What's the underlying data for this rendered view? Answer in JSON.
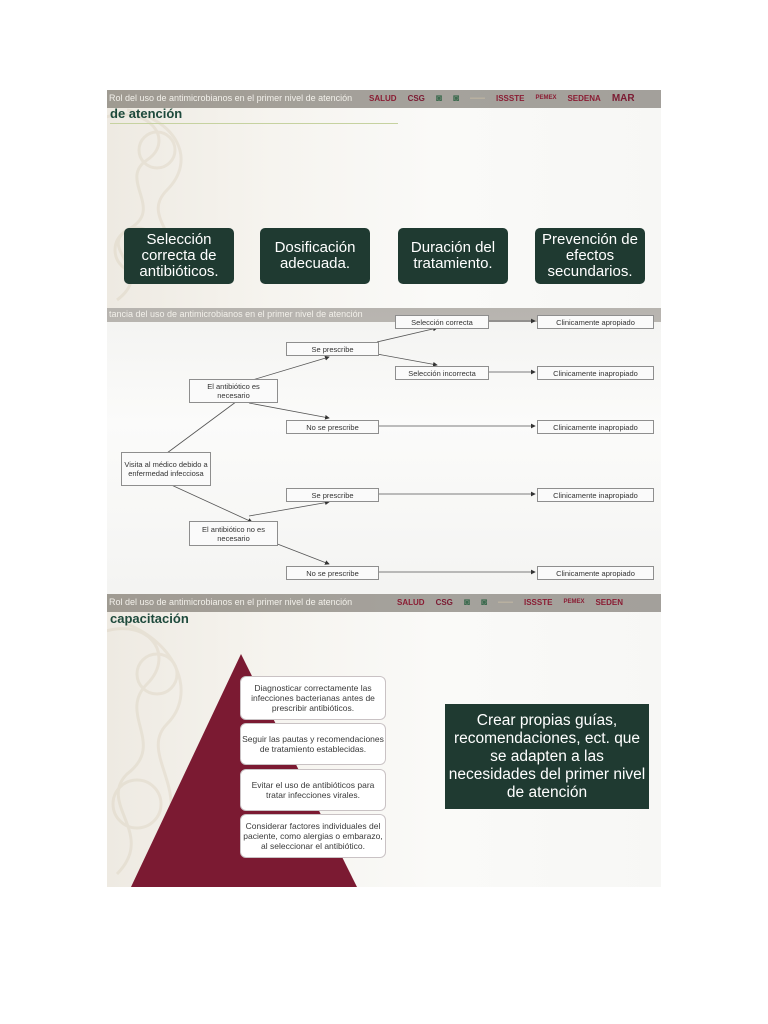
{
  "slide1": {
    "header": "Rol del uso de antimicrobianos en el primer nivel de atención",
    "title_line2": "de atención",
    "logos": [
      "SALUD",
      "CSG",
      "ISSSTE",
      "PEMEX",
      "SEDENA",
      "MAR"
    ],
    "boxes": [
      "Selección correcta de antibióticos.",
      "Dosificación adecuada.",
      "Duración del tratamiento.",
      "Prevención de efectos secundarios."
    ]
  },
  "slide2": {
    "header": "tancia del uso de antimicrobianos en el primer nivel de atención",
    "visit": "Visita al médico debido a enfermedad infecciosa",
    "needed": "El antibiótico es necesario",
    "not_needed": "El antibiótico no es necesario",
    "prescribe": "Se prescribe",
    "no_prescribe": "No se prescribe",
    "correct_selection": "Selección correcta",
    "incorrect_selection": "Selección incorrecta",
    "appropriate": "Clinicamente apropiado",
    "inappropriate": "Clinicamente inapropiado"
  },
  "slide3": {
    "header": "Rol del uso de antimicrobianos en el primer nivel de atención",
    "title_line2": "capacitación",
    "logos": [
      "SALUD",
      "CSG",
      "ISSSTE",
      "PEMEX",
      "SEDEN"
    ],
    "pyramid_items": [
      "Diagnosticar correctamente las infecciones bacterianas antes de prescribir antibióticos.",
      "Seguir las pautas y recomendaciones de tratamiento establecidas.",
      "Evitar el uso de antibióticos para tratar infecciones virales.",
      "Considerar factores individuales del paciente, como alergias o embarazo, al seleccionar el antibiótico."
    ],
    "callout": "Crear propias guías, recomendaciones, ect. que se adapten a las necesidades del primer nivel de atención"
  },
  "colors": {
    "dark_green": "#1f3a31",
    "maroon": "#7b1a32",
    "title_green": "#1e4a3c"
  },
  "icons": [
    "ornament-pattern",
    "government-seal-icon"
  ]
}
